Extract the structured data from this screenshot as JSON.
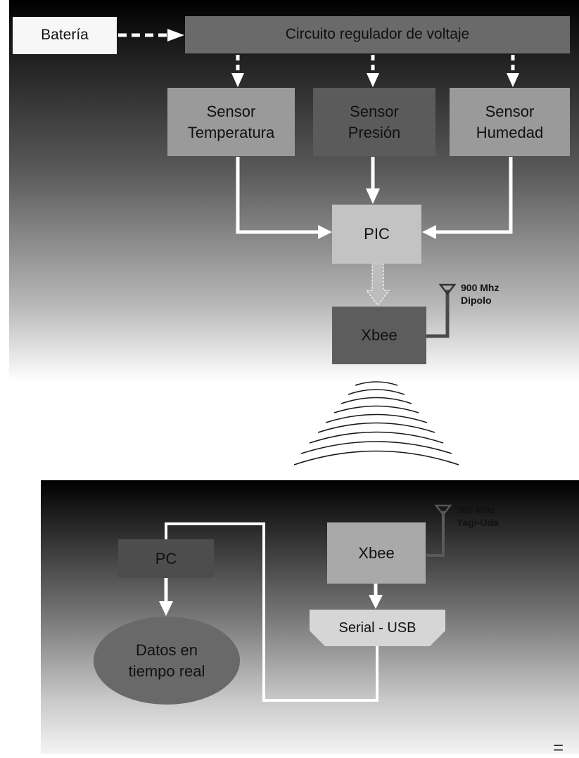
{
  "transmitter": {
    "battery": "Batería",
    "regulator": "Circuito regulador de voltaje",
    "sensors": [
      {
        "line1": "Sensor",
        "line2": "Temperatura"
      },
      {
        "line1": "Sensor",
        "line2": "Presión"
      },
      {
        "line1": "Sensor",
        "line2": "Humedad"
      }
    ],
    "pic": "PIC",
    "xbee": "Xbee",
    "antenna": {
      "freq": "900 Mhz",
      "type": "Dipolo"
    }
  },
  "receiver": {
    "pc": "PC",
    "data": {
      "line1": "Datos en",
      "line2": "tiempo real"
    },
    "xbee": "Xbee",
    "serial_usb": "Serial - USB",
    "antenna": {
      "freq": "900 Mhz",
      "type": "Yagi-Uda"
    }
  },
  "corner_mark": "="
}
